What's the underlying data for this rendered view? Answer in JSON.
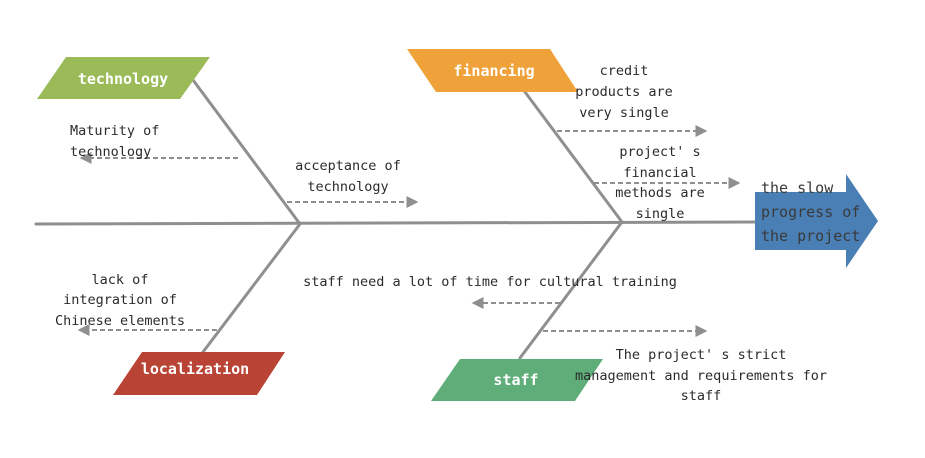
{
  "diagram": {
    "head": {
      "lines": [
        "the slow",
        "progress of",
        "the project"
      ],
      "color": "#4a7fb5"
    },
    "categories": {
      "technology": {
        "label": "technology",
        "color": "#9bbb59"
      },
      "financing": {
        "label": "financing",
        "color": "#f0a23a"
      },
      "localization": {
        "label": "localization",
        "color": "#b94335"
      },
      "staff": {
        "label": "staff",
        "color": "#5fae7a"
      }
    },
    "causes": {
      "maturity": [
        "Maturity of",
        "technology"
      ],
      "acceptance": [
        "acceptance of",
        "technology"
      ],
      "credit": [
        "credit",
        "products are",
        "very single"
      ],
      "financial_methods": [
        "project' s",
        "financial",
        "methods are",
        "single"
      ],
      "integration": [
        "lack of",
        "integration of",
        "Chinese elements"
      ],
      "cultural_training": [
        "staff need a lot of time for cultural training"
      ],
      "strict_management": [
        "The project' s strict",
        "management and requirements for",
        "staff"
      ]
    },
    "line_color": "#8f8f8f"
  }
}
